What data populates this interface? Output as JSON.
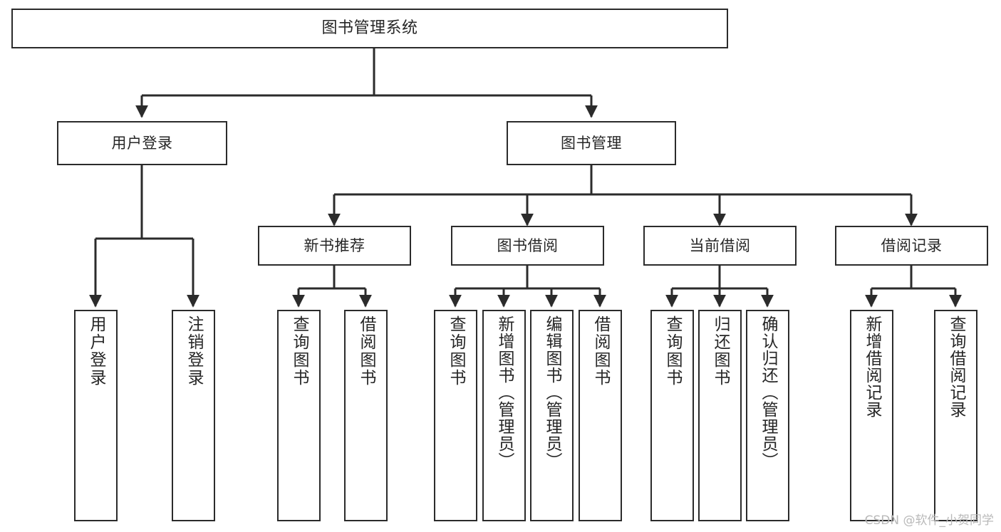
{
  "diagram": {
    "title": "图书管理系统",
    "type": "tree-hierarchy",
    "root": {
      "label": "图书管理系统"
    },
    "level2": [
      {
        "label": "用户登录"
      },
      {
        "label": "图书管理"
      }
    ],
    "level3": [
      {
        "label": "新书推荐"
      },
      {
        "label": "图书借阅"
      },
      {
        "label": "当前借阅"
      },
      {
        "label": "借阅记录"
      }
    ],
    "leaves": {
      "user_login": [
        {
          "label": "用户登录"
        },
        {
          "label": "注销登录"
        }
      ],
      "new_book_recommend": [
        {
          "label": "查询图书"
        },
        {
          "label": "借阅图书"
        }
      ],
      "book_borrow": [
        {
          "label": "查询图书"
        },
        {
          "label": "新增图书（管理员）"
        },
        {
          "label": "编辑图书（管理员）"
        },
        {
          "label": "借阅图书"
        }
      ],
      "current_borrow": [
        {
          "label": "查询图书"
        },
        {
          "label": "归还图书"
        },
        {
          "label": "确认归还（管理员）"
        }
      ],
      "borrow_record": [
        {
          "label": "新增借阅记录"
        },
        {
          "label": "查询借阅记录"
        }
      ]
    },
    "colors": {
      "stroke": "#2b2b2b",
      "fill": "#ffffff",
      "text": "#262626",
      "watermark": "#b9b9b9"
    }
  },
  "watermark": {
    "text": "CSDN @软件_小贺同学"
  }
}
